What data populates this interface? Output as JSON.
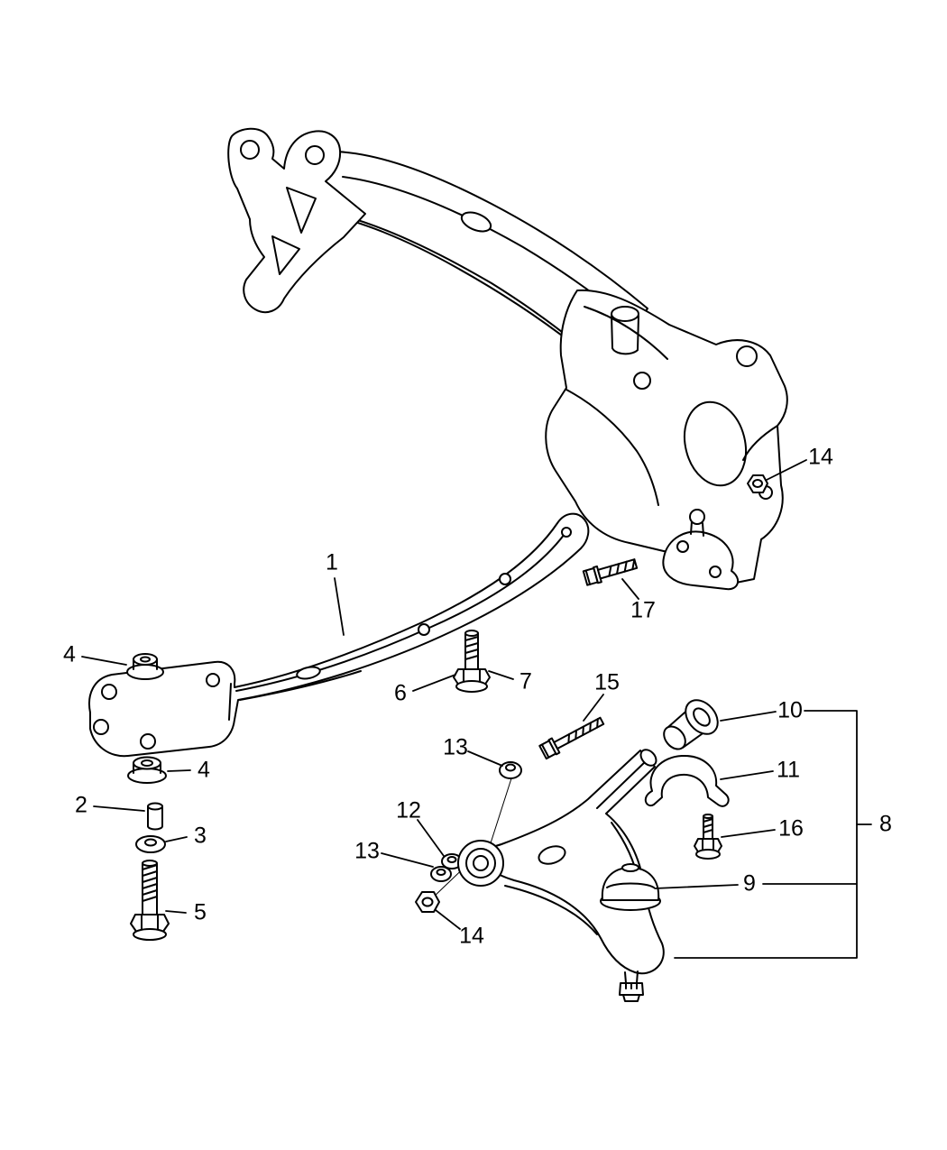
{
  "figure": {
    "type": "exploded-parts-diagram",
    "colors": {
      "background": "#ffffff",
      "line": "#000000",
      "text": "#000000"
    },
    "callouts": [
      {
        "label": "1",
        "part": "transmission-crossmember"
      },
      {
        "label": "2",
        "part": "insulator-spacer-sleeve"
      },
      {
        "label": "3",
        "part": "washer"
      },
      {
        "label": "4",
        "part": "crossmember-insulator-upper"
      },
      {
        "label": "4",
        "part": "crossmember-insulator-lower"
      },
      {
        "label": "5",
        "part": "crossmember-mount-bolt"
      },
      {
        "label": "6",
        "part": "crossmember-bolt"
      },
      {
        "label": "7",
        "part": "crossmember-bolt"
      },
      {
        "label": "8",
        "part": "lower-control-arm-assembly"
      },
      {
        "label": "9",
        "part": "ball-joint-boot"
      },
      {
        "label": "10",
        "part": "control-arm-bushing"
      },
      {
        "label": "11",
        "part": "bushing-retainer-clamp"
      },
      {
        "label": "12",
        "part": "washer"
      },
      {
        "label": "13",
        "part": "washer-upper"
      },
      {
        "label": "13",
        "part": "washer-lower"
      },
      {
        "label": "14",
        "part": "nut-upper"
      },
      {
        "label": "14",
        "part": "nut-lower"
      },
      {
        "label": "15",
        "part": "pivot-bolt"
      },
      {
        "label": "16",
        "part": "clamp-bolt"
      },
      {
        "label": "17",
        "part": "ball-joint-bolt"
      }
    ]
  }
}
